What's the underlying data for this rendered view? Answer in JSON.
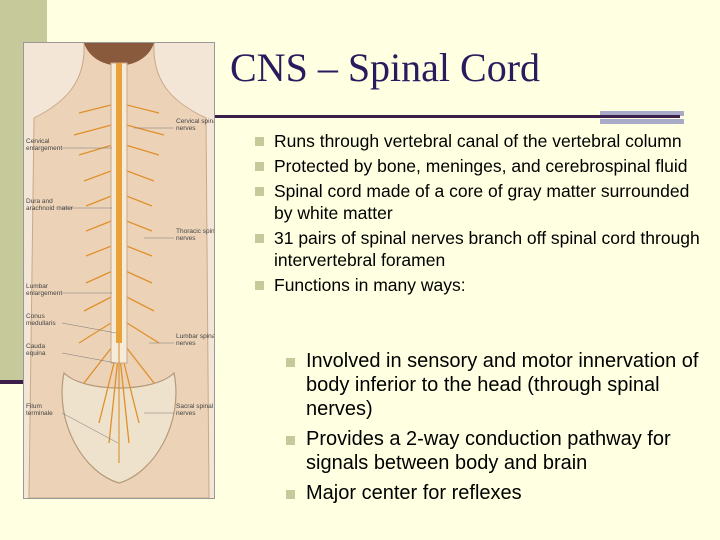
{
  "slide": {
    "title": "CNS – Spinal Cord",
    "bullets": [
      "Runs through vertebral canal of the vertebral column",
      "Protected by bone, meninges, and cerebrospinal fluid",
      "Spinal cord made of a core of gray matter surrounded by white matter",
      "31 pairs of spinal nerves branch off spinal cord through intervertebral foramen",
      "Functions in many ways:"
    ],
    "sub_bullets": [
      "Involved in sensory and motor innervation of body inferior to the head (through spinal nerves)",
      "Provides a 2-way conduction pathway for signals between body and brain",
      "Major center for reflexes"
    ]
  },
  "illustration": {
    "labels_left": [
      "Cervical enlargement",
      "Dura and arachnoid mater",
      "Lumbar enlargement",
      "Conus medullaris",
      "Cauda equina",
      "Filum terminale"
    ],
    "labels_right": [
      "Cervical spinal nerves",
      "Thoracic spinal nerves",
      "Lumbar spinal nerves",
      "Sacral spinal nerves"
    ]
  },
  "colors": {
    "background": "#ffffe1",
    "accent_band": "#c6c99a",
    "title": "#2a1a5e",
    "rule": "#3b1f4a",
    "spinal_cord": "#e8a23a"
  }
}
